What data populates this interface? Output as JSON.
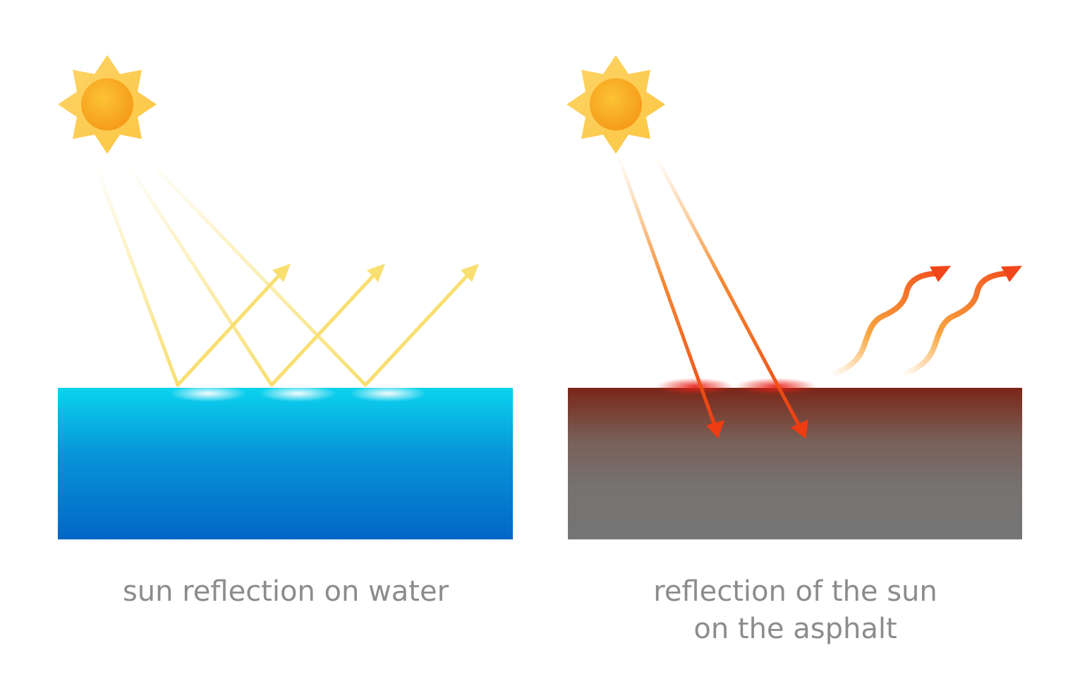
{
  "panels": [
    {
      "id": "water",
      "caption": [
        "sun reflection on water"
      ],
      "surface": "water",
      "colors": {
        "surface_top": "#0bd3ee",
        "surface_bottom": "#0366c6",
        "ray": "#f8df70"
      }
    },
    {
      "id": "asphalt",
      "caption": [
        "reflection of the sun",
        "on the asphalt"
      ],
      "surface": "asphalt",
      "colors": {
        "surface_top": "#7a2617",
        "surface_bottom": "#757575",
        "ray": "#f25512",
        "heat": "#f68a1e"
      }
    }
  ],
  "colors": {
    "sun_rays": "#fed160",
    "sun_core": "#f7a019",
    "text": "#8c8c8c"
  },
  "icons": [
    "sun-icon",
    "reflected-ray-arrow",
    "absorbed-ray-arrow",
    "heat-wave-arrow"
  ]
}
